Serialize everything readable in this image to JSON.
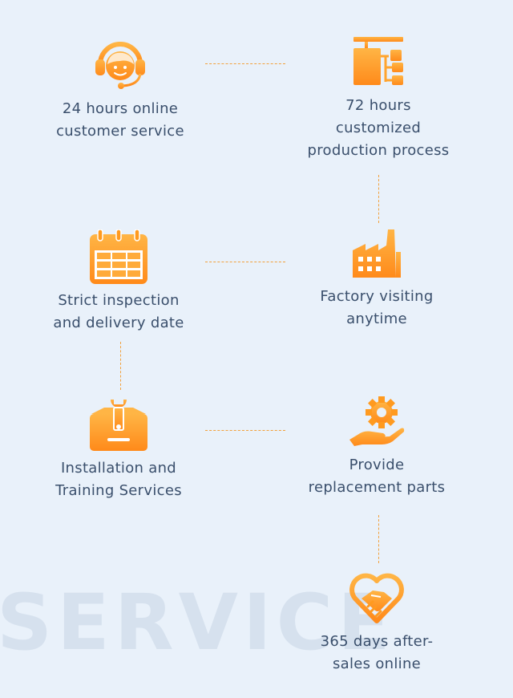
{
  "watermark": "SERVICE",
  "accent_color": "#ff9a1f",
  "connector_color": "#f2a13c",
  "text_color": "#3a4f6c",
  "services": [
    {
      "icon": "headset-agent-icon",
      "lines": [
        "24 hours online",
        "customer service"
      ]
    },
    {
      "icon": "flowchart-icon",
      "lines": [
        "72 hours",
        "customized",
        "production process"
      ]
    },
    {
      "icon": "calendar-icon",
      "lines": [
        "Strict inspection",
        "and delivery date"
      ]
    },
    {
      "icon": "factory-icon",
      "lines": [
        "Factory visiting",
        "anytime"
      ]
    },
    {
      "icon": "toolbox-wrench-icon",
      "lines": [
        "Installation and",
        "Training Services"
      ]
    },
    {
      "icon": "hand-gear-icon",
      "lines": [
        "Provide",
        "replacement parts"
      ]
    },
    {
      "icon": "handshake-heart-icon",
      "lines": [
        "365 days after-",
        "sales online"
      ]
    }
  ]
}
